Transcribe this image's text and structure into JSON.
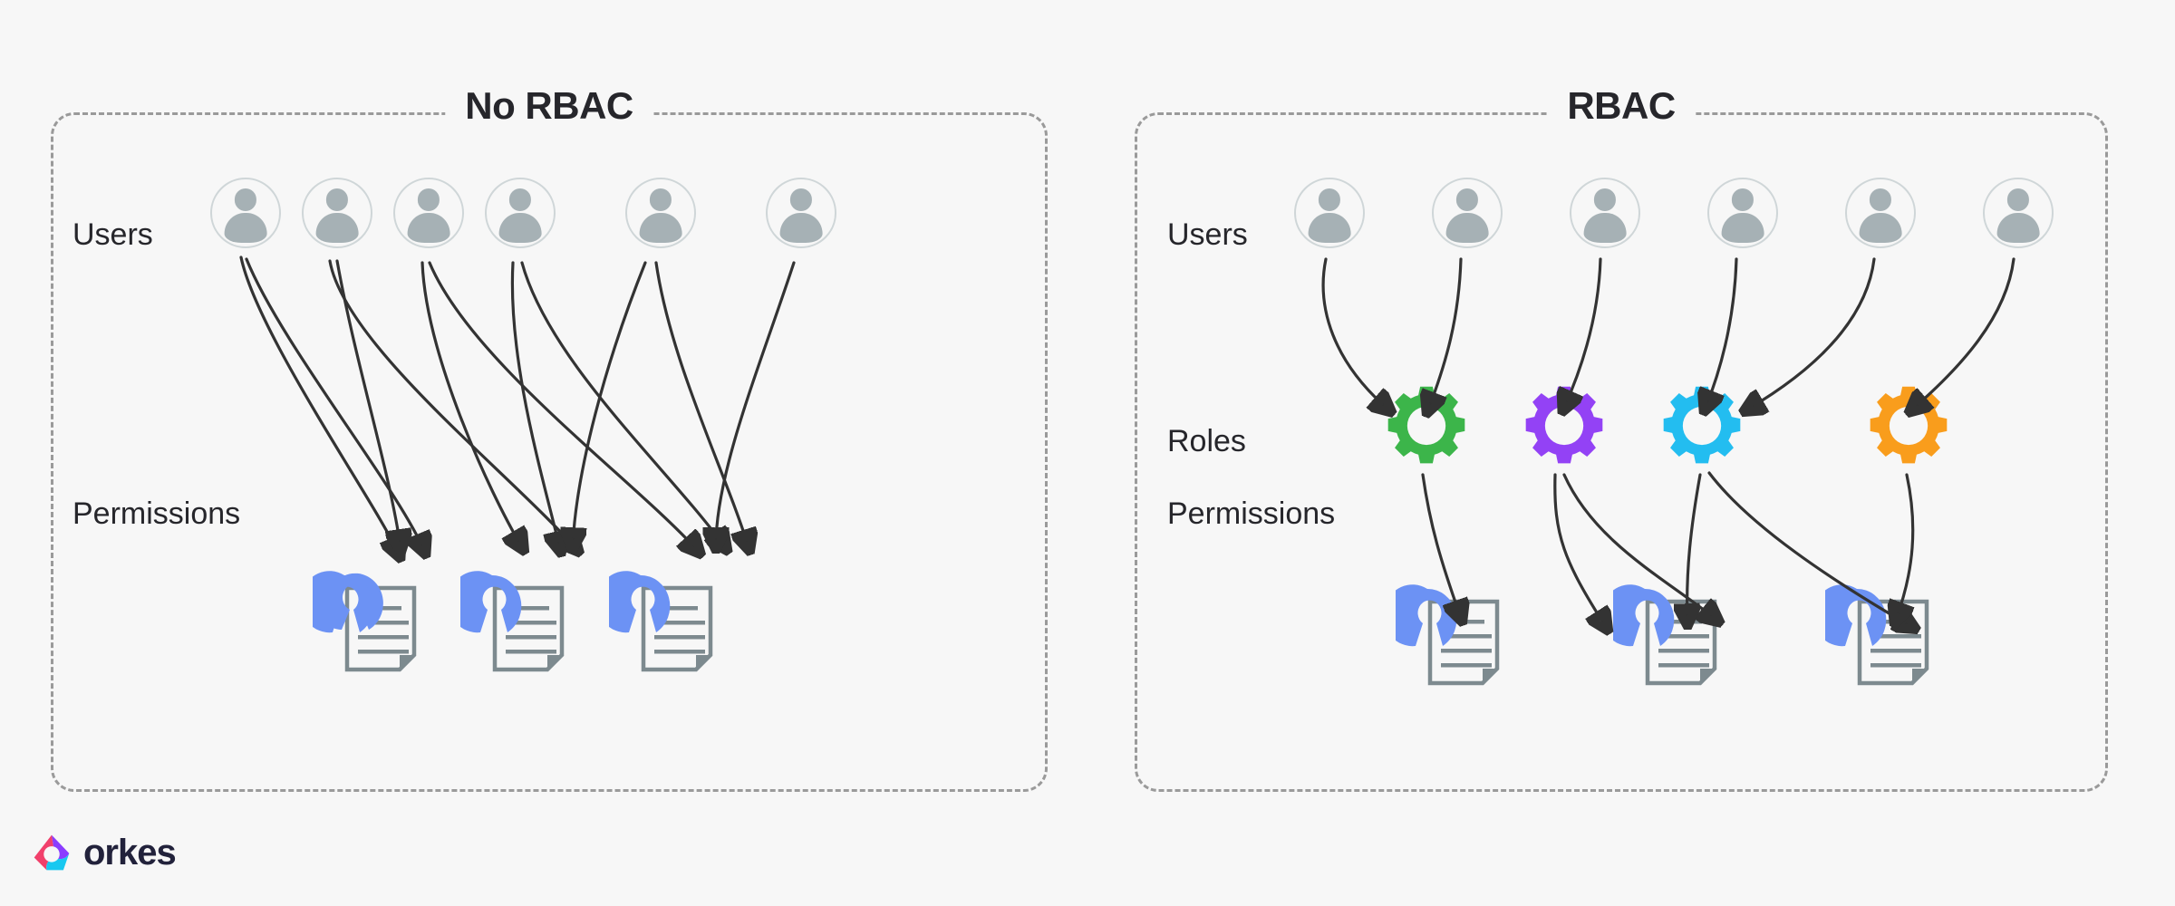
{
  "background_color": "#f7f7f7",
  "panels": [
    {
      "id": "no-rbac",
      "title": "No RBAC",
      "rows": [
        {
          "key": "users",
          "label": "Users",
          "count": 6
        },
        {
          "key": "permissions",
          "label": "Permissions",
          "count": 3
        }
      ]
    },
    {
      "id": "rbac",
      "title": "RBAC",
      "rows": [
        {
          "key": "users",
          "label": "Users",
          "count": 6
        },
        {
          "key": "roles",
          "label": "Roles",
          "count": 4
        },
        {
          "key": "permissions",
          "label": "Permissions",
          "count": 3
        }
      ]
    }
  ],
  "labels": {
    "users": "Users",
    "roles": "Roles",
    "permissions": "Permissions"
  },
  "colors": {
    "background": "#f7f7f7",
    "panel_border": "#9a9a9a",
    "title_text": "#26262b",
    "label_text": "#26262b",
    "avatar_fill": "#a6b1b5",
    "avatar_ring": "#cfd6d8",
    "permission_lock": "#6c92f4",
    "document_outline": "#7d8a8f",
    "document_lines": "#7d8a8f",
    "arrow": "#333333",
    "role_green": "#3cb54a",
    "role_purple": "#9342f5",
    "role_cyan": "#23bdf0",
    "role_orange": "#f99d1c",
    "orkes_purple": "#8b3dff",
    "orkes_pink": "#f1406b",
    "orkes_cyan": "#18c8f0",
    "orkes_word": "#22223b"
  },
  "roles": [
    {
      "index": 0,
      "color_name": "role_green",
      "color": "#3cb54a"
    },
    {
      "index": 1,
      "color_name": "role_purple",
      "color": "#9342f5"
    },
    {
      "index": 2,
      "color_name": "role_cyan",
      "color": "#23bdf0"
    },
    {
      "index": 3,
      "color_name": "role_orange",
      "color": "#f99d1c"
    }
  ],
  "connections": {
    "no_rbac_user_to_permission": [
      {
        "user": 0,
        "permission": 0
      },
      {
        "user": 0,
        "permission": 1
      },
      {
        "user": 1,
        "permission": 0
      },
      {
        "user": 1,
        "permission": 1
      },
      {
        "user": 2,
        "permission": 1
      },
      {
        "user": 2,
        "permission": 2
      },
      {
        "user": 3,
        "permission": 1
      },
      {
        "user": 3,
        "permission": 2
      },
      {
        "user": 4,
        "permission": 1
      },
      {
        "user": 4,
        "permission": 2
      },
      {
        "user": 5,
        "permission": 2
      }
    ],
    "rbac_user_to_role": [
      {
        "user": 0,
        "role": 0
      },
      {
        "user": 1,
        "role": 0
      },
      {
        "user": 2,
        "role": 1
      },
      {
        "user": 3,
        "role": 2
      },
      {
        "user": 4,
        "role": 2
      },
      {
        "user": 5,
        "role": 3
      }
    ],
    "rbac_role_to_permission": [
      {
        "role": 0,
        "permission": 0
      },
      {
        "role": 1,
        "permission": 0
      },
      {
        "role": 1,
        "permission": 1
      },
      {
        "role": 2,
        "permission": 1
      },
      {
        "role": 2,
        "permission": 2
      },
      {
        "role": 3,
        "permission": 2
      }
    ]
  },
  "logo": {
    "wordmark": "orkes",
    "mark_name": "orkes-triangle-swirl"
  }
}
